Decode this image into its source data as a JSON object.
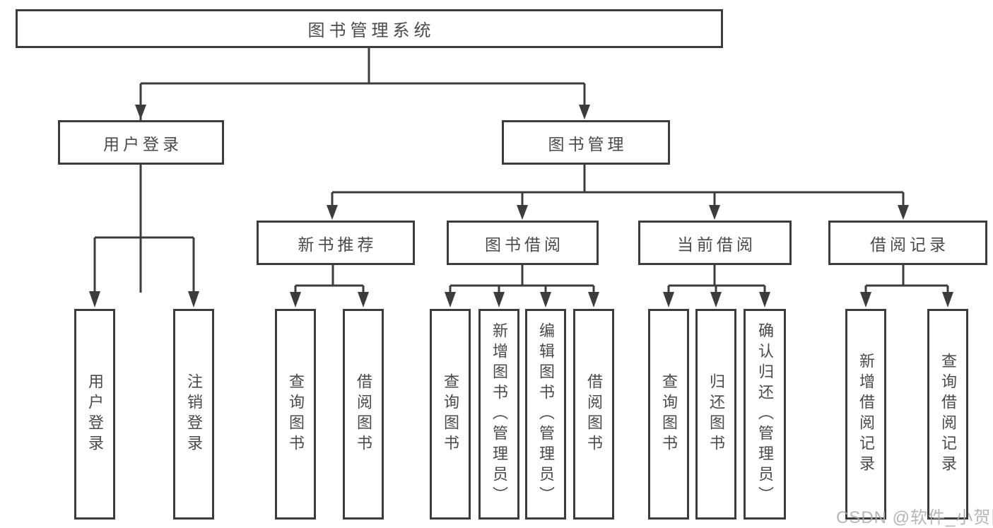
{
  "diagram": {
    "root": {
      "label": "图书管理系统"
    },
    "branches": [
      {
        "label": "用户登录",
        "children": [
          {
            "label": "用户登录"
          },
          {
            "label": "注销登录"
          }
        ]
      },
      {
        "label": "图书管理",
        "children": [
          {
            "label": "新书推荐",
            "children": [
              {
                "label": "查询图书"
              },
              {
                "label": "借阅图书"
              }
            ]
          },
          {
            "label": "图书借阅",
            "children": [
              {
                "label": "查询图书"
              },
              {
                "label": "新增图书（管理员）"
              },
              {
                "label": "编辑图书（管理员）"
              },
              {
                "label": "借阅图书"
              }
            ]
          },
          {
            "label": "当前借阅",
            "children": [
              {
                "label": "查询图书"
              },
              {
                "label": "归还图书"
              },
              {
                "label": "确认归还（管理员）"
              }
            ]
          },
          {
            "label": "借阅记录",
            "children": [
              {
                "label": "新增借阅记录"
              },
              {
                "label": "查询借阅记录"
              }
            ]
          }
        ]
      }
    ]
  },
  "watermark": {
    "text": "CSDN @软件_小贺同学"
  },
  "colors": {
    "line": "#3c3c3c",
    "text": "#4a4a4a",
    "bg": "#ffffff",
    "watermark": "#aaaaaa"
  }
}
